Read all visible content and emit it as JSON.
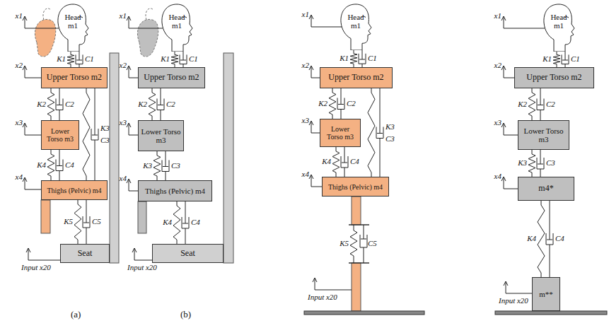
{
  "diagram": {
    "nodes": [
      {
        "text": [
          "Head",
          "m1"
        ]
      },
      {
        "text": [
          "Upper Torso m2"
        ]
      },
      {
        "text": [
          "Lower Torso m3"
        ]
      },
      {
        "text": [
          "Thighs (Pelvic) m4"
        ]
      },
      {
        "text": [
          "Seat"
        ]
      },
      {
        "text": [
          "Head",
          "m1"
        ]
      },
      {
        "text": [
          "Upper Torso m2"
        ]
      },
      {
        "text": [
          "Lower Torso m3"
        ]
      },
      {
        "text": [
          "Thighs (Pelvic) m4"
        ]
      },
      {
        "text": [
          "Seat"
        ]
      },
      {
        "text": [
          "Head",
          "m1"
        ]
      },
      {
        "text": [
          "Upper Torso m2"
        ]
      },
      {
        "text": [
          "Lower Torso m3"
        ]
      },
      {
        "text": [
          "Thighs (Pelvic) m4"
        ]
      },
      {
        "text": [
          "Head",
          "m1"
        ]
      },
      {
        "text": [
          "Upper Torso m2"
        ]
      },
      {
        "text": [
          "Lower Torso m3"
        ]
      },
      {
        "text": [
          "m4*"
        ]
      },
      {
        "text": [
          "m**"
        ]
      }
    ],
    "edges": [
      {
        "from": 0,
        "to": 1,
        "arrow": "none"
      },
      {
        "from": 1,
        "to": 2,
        "arrow": "none"
      },
      {
        "from": 1,
        "to": 3,
        "arrow": "none"
      },
      {
        "from": 2,
        "to": 3,
        "arrow": "none"
      },
      {
        "from": 3,
        "to": 4,
        "arrow": "none"
      },
      {
        "from": 5,
        "to": 6,
        "arrow": "none"
      },
      {
        "from": 6,
        "to": 7,
        "arrow": "none"
      },
      {
        "from": 7,
        "to": 8,
        "arrow": "none"
      },
      {
        "from": 8,
        "to": 9,
        "arrow": "none"
      },
      {
        "from": 10,
        "to": 11,
        "arrow": "none"
      },
      {
        "from": 11,
        "to": 12,
        "arrow": "none"
      },
      {
        "from": 11,
        "to": 13,
        "arrow": "none"
      },
      {
        "from": 12,
        "to": 13,
        "arrow": "none"
      },
      {
        "from": 14,
        "to": 15,
        "arrow": "none"
      },
      {
        "from": 15,
        "to": 16,
        "arrow": "none"
      },
      {
        "from": 16,
        "to": 17,
        "arrow": "none"
      },
      {
        "from": 17,
        "to": 18,
        "arrow": "none"
      }
    ],
    "labels": [
      "x1",
      "x2",
      "x3",
      "x4",
      "Input x20",
      "K1",
      "C1",
      "K2",
      "C2",
      "K3",
      "C3",
      "K4",
      "C4",
      "K5",
      "C5",
      "(a)",
      "x1",
      "x2",
      "x3",
      "x4",
      "Input x20",
      "K1",
      "C1",
      "K2",
      "C2",
      "K3",
      "C3",
      "K4",
      "C4",
      "(b)",
      "x1",
      "x2",
      "x3",
      "x4",
      "Input x20",
      "K1",
      "C1",
      "K2",
      "C2",
      "K3",
      "C3",
      "K4",
      "C4",
      "K5",
      "C5",
      "x1",
      "x2",
      "x3",
      "x4",
      "Input x20",
      "K1",
      "C1",
      "K2",
      "C2",
      "K3",
      "C3",
      "K4",
      "C4"
    ]
  }
}
